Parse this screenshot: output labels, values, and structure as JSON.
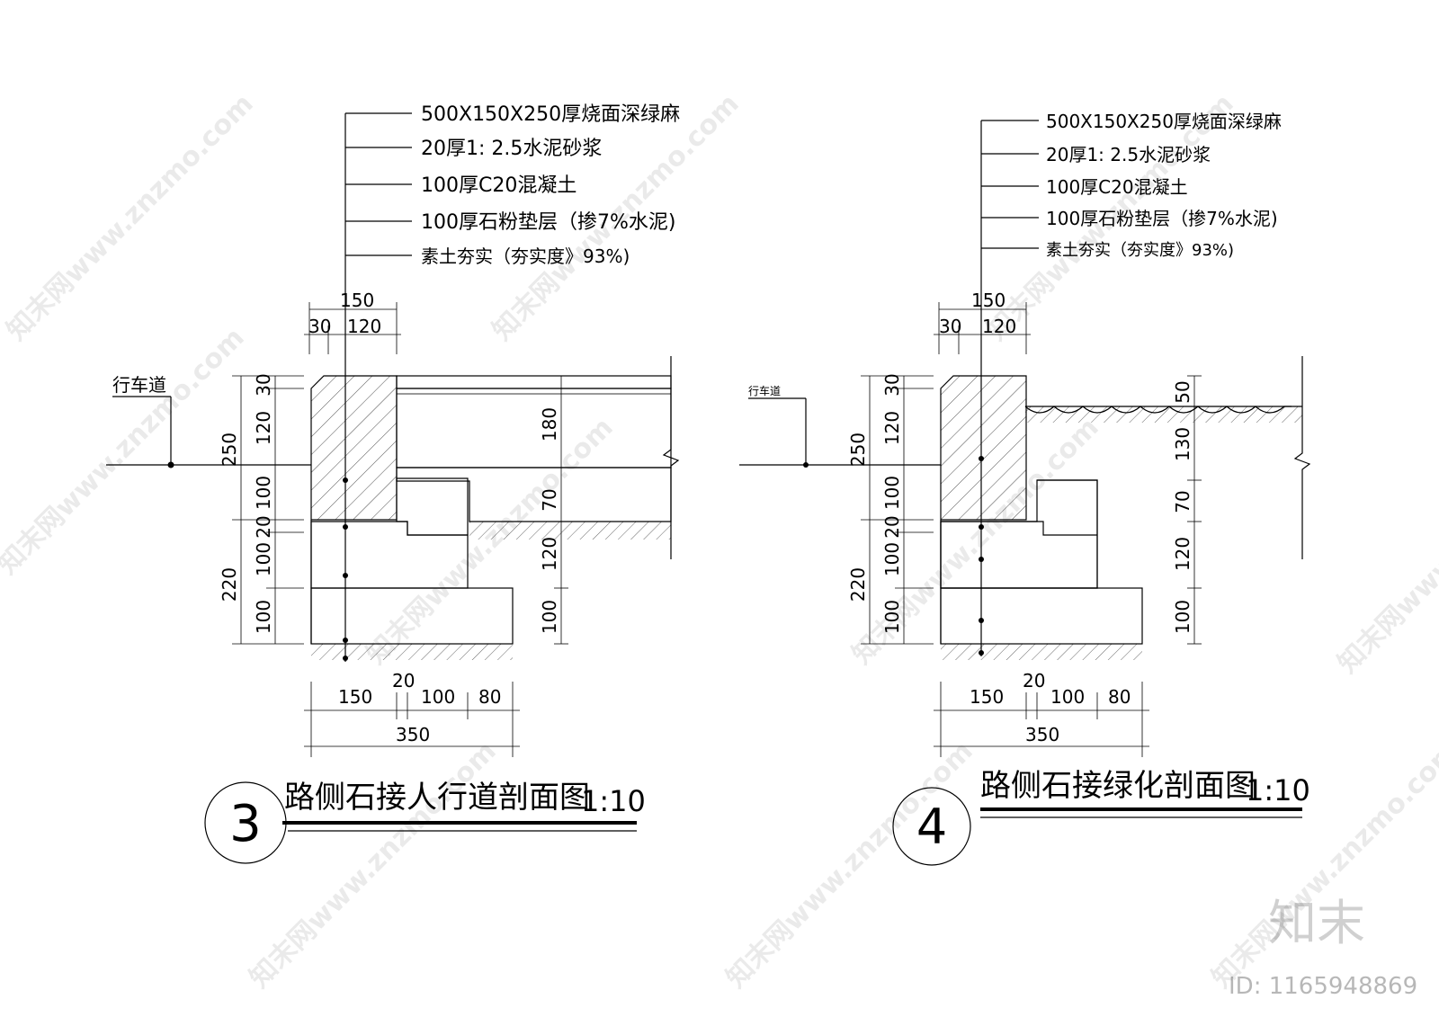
{
  "sheet": {
    "brand_logo_text": "知末",
    "id_label": "ID: 1165948869",
    "watermark_text": "知末网www.znzmo.com"
  },
  "section3": {
    "number": "3",
    "title": "路侧石接人行道剖面图",
    "scale": "1:10",
    "road_label": "行车道",
    "callouts": [
      "500X150X250厚烧面深绿麻",
      "20厚1: 2.5水泥砂浆",
      "100厚C20混凝土",
      "100厚石粉垫层（掺7%水泥)",
      "素土夯实（夯实度》93%)"
    ],
    "top_dims": {
      "total": "150",
      "left": "30",
      "right": "120"
    },
    "left_dims": {
      "upper_total": "250",
      "d1": "30",
      "d2": "120",
      "d3": "100",
      "lower_total": "220",
      "d4": "20",
      "d5": "100",
      "d6": "100"
    },
    "right_dims": {
      "r1": "180",
      "r2": "70",
      "r3": "120",
      "r4": "100"
    },
    "bottom_dims": {
      "a": "150",
      "b": "20",
      "c": "100",
      "d": "80",
      "total": "350"
    }
  },
  "section4": {
    "number": "4",
    "title": "路侧石接绿化剖面图",
    "scale": "1:10",
    "road_label": "行车道",
    "callouts": [
      "500X150X250厚烧面深绿麻",
      "20厚1: 2.5水泥砂浆",
      "100厚C20混凝土",
      "100厚石粉垫层（掺7%水泥)",
      "素土夯实（夯实度》93%)"
    ],
    "top_dims": {
      "total": "150",
      "left": "30",
      "right": "120"
    },
    "left_dims": {
      "upper_total": "250",
      "d1": "30",
      "d2": "120",
      "d3": "100",
      "lower_total": "220",
      "d4": "20",
      "d5": "100",
      "d6": "100"
    },
    "right_dims": {
      "r1": "50",
      "r2": "130",
      "r3": "70",
      "r4": "120",
      "r5": "100"
    },
    "bottom_dims": {
      "a": "150",
      "b": "20",
      "c": "100",
      "d": "80",
      "total": "350"
    }
  }
}
